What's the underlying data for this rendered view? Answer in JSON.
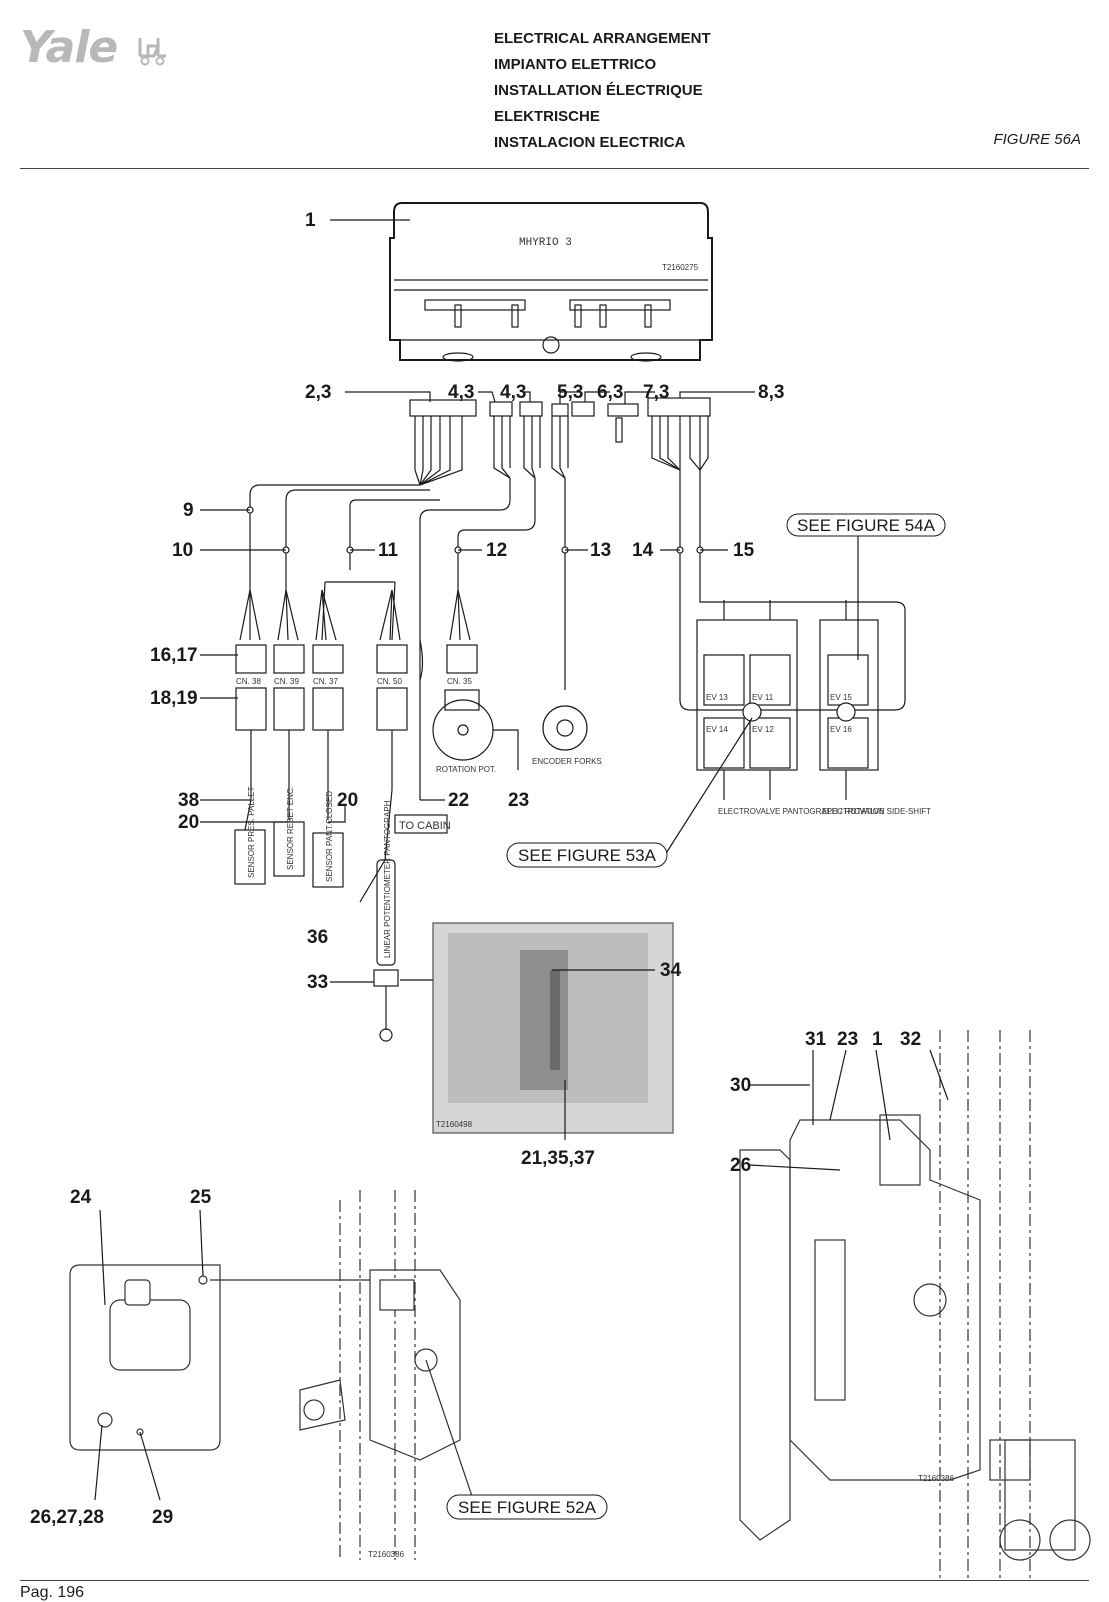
{
  "header": {
    "logo": "Yale",
    "titles": [
      "ELECTRICAL ARRANGEMENT",
      "IMPIANTO ELETTRICO",
      "INSTALLATION ÉLECTRIQUE",
      "ELEKTRISCHE",
      "INSTALACION ELECTRICA"
    ],
    "figure": "FIGURE 56A"
  },
  "footer": {
    "page": "Pag. 196"
  },
  "controller": {
    "name": "MHYRIO 3",
    "code": "T2160275"
  },
  "callouts": {
    "c1": "1",
    "c2_3": "2,3",
    "c4_3a": "4,3",
    "c4_3b": "4,3",
    "c5_3": "5,3",
    "c6_3": "6,3",
    "c7_3": "7,3",
    "c8_3": "8,3",
    "c9": "9",
    "c10": "10",
    "c11": "11",
    "c12": "12",
    "c13": "13",
    "c14": "14",
    "c15": "15",
    "c16_17": "16,17",
    "c18_19": "18,19",
    "c38": "38",
    "c20a": "20",
    "c20b": "20",
    "c22": "22",
    "c23a": "23",
    "c36": "36",
    "c33": "33",
    "c34": "34",
    "c21_35_37": "21,35,37",
    "c31": "31",
    "c23b": "23",
    "c1b": "1",
    "c32": "32",
    "c30": "30",
    "c26": "26",
    "c24": "24",
    "c25": "25",
    "c26_27_28": "26,27,28",
    "c29": "29"
  },
  "see_figures": {
    "f54a": "SEE FIGURE 54A",
    "f53a": "SEE FIGURE 53A",
    "f52a": "SEE FIGURE 52A"
  },
  "connectors": {
    "cn38": "CN. 38",
    "cn39": "CN. 39",
    "cn37": "CN. 37",
    "cn50": "CN. 50",
    "cn35": "CN. 35"
  },
  "labels": {
    "rotation_pot": "ROTATION POT.",
    "encoder_forks": "ENCODER FORKS",
    "to_cabin": "TO CABIN",
    "sensor_pres_pallet": "SENSOR PRES. PALLET",
    "sensor_reset_enc": "SENSOR RESET ENC.",
    "sensor_pant_closed": "SENSOR PANT.CLOSED",
    "linear_pot": "LINEAR POTENTIOMETER PANTOGRAPH",
    "ev_pantograph": "ELECTROVALVE PANTOGRAPH / ROTATION",
    "ev_sideshift": "ELECTROVALVE SIDE-SHIFT",
    "ev13": "EV 13",
    "ev11": "EV 11",
    "ev14": "EV 14",
    "ev12": "EV 12",
    "ev15": "EV 15",
    "ev16": "EV 16"
  },
  "codes": {
    "photo": "T2160498",
    "mast_right": "T2160386",
    "mast_left": "T2160386"
  }
}
